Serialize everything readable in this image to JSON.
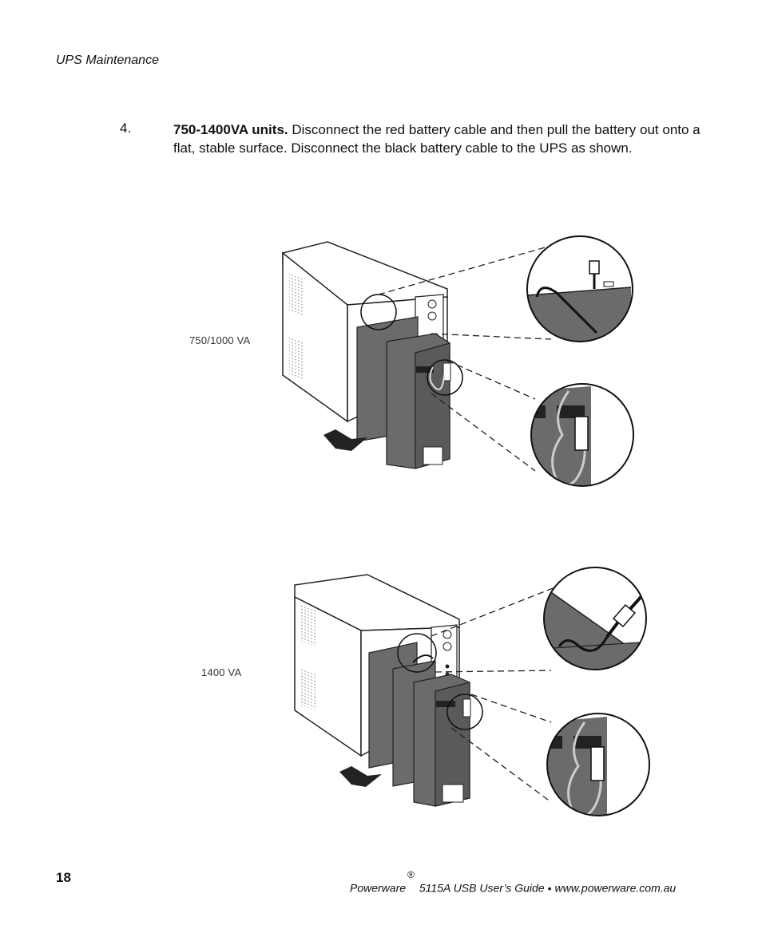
{
  "header": {
    "section": "UPS Maintenance"
  },
  "step": {
    "number": "4.",
    "bold_lead": "750-1400VA units.",
    "text": " Disconnect the red battery cable and then pull the battery out onto a flat, stable surface. Disconnect the black battery cable to the UPS as shown."
  },
  "figures": [
    {
      "label": "750/1000 VA"
    },
    {
      "label": "1400 VA"
    }
  ],
  "footer": {
    "page_number": "18",
    "brand": "Powerware",
    "registered": "®",
    "guide": "5115A USB User’s Guide",
    "bullet": "•",
    "url": "www.powerware.com.au"
  }
}
